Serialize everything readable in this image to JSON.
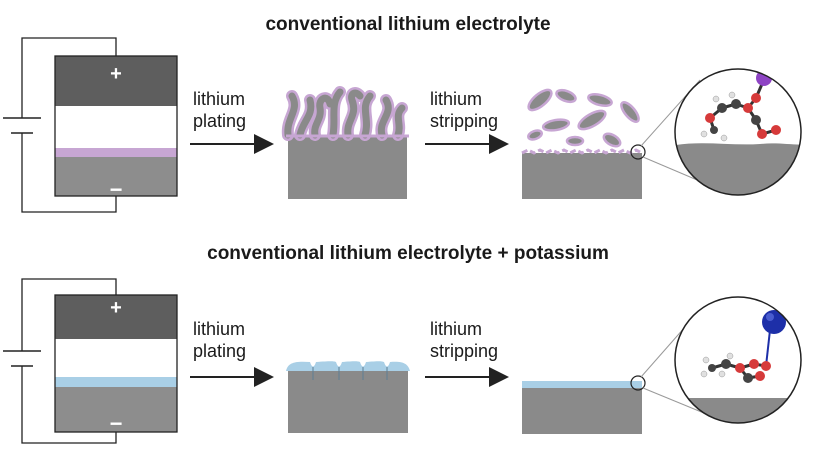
{
  "panels": [
    {
      "title": "conventional lithium electrolyte",
      "plating_label": [
        "lithium",
        "plating"
      ],
      "stripping_label": [
        "lithium",
        "stripping"
      ],
      "cell": {
        "positive": "+",
        "negative": "−"
      },
      "layer_color": "#c7a6d3",
      "ion_color": "#8e44c4"
    },
    {
      "title": "conventional lithium electrolyte + potassium",
      "plating_label": [
        "lithium",
        "plating"
      ],
      "stripping_label": [
        "lithium",
        "stripping"
      ],
      "cell": {
        "positive": "+",
        "negative": "−"
      },
      "layer_color": "#a9cfe6",
      "ion_color": "#1d2fa8"
    }
  ],
  "colors": {
    "dark_electrode": "#5e5e5e",
    "gray_electrode": "#8d8d8d",
    "substrate": "#8a8a8a",
    "line": "#222222"
  }
}
